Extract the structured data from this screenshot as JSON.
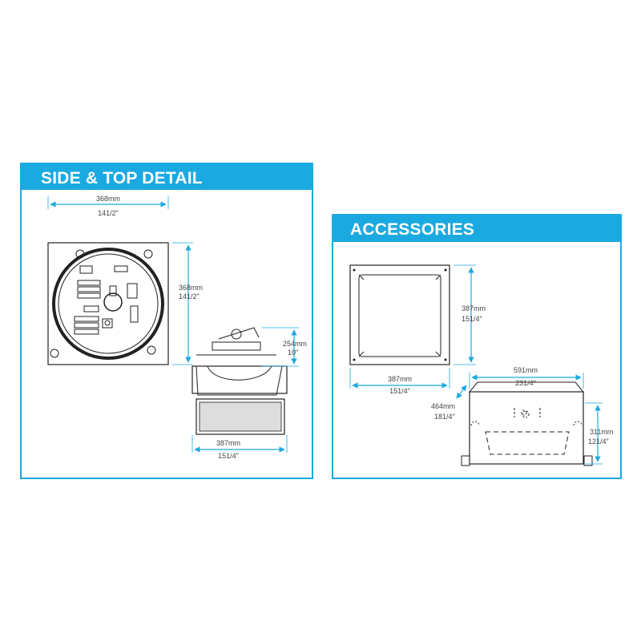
{
  "sections": {
    "side_top": {
      "title": "SIDE & TOP DETAIL"
    },
    "accessories": {
      "title": "ACCESSORIES"
    }
  },
  "dimensions": {
    "top_width_mm": "368mm",
    "top_width_in": "141/2\"",
    "top_height_mm": "368mm",
    "top_height_in": "141/2\"",
    "depth_mm": "254mm",
    "depth_in": "10\"",
    "side_width_mm": "387mm",
    "side_width_in": "151/4\"",
    "bracket_height_mm": "387mm",
    "bracket_height_in": "151/4\"",
    "bracket_width_mm": "387mm",
    "bracket_width_in": "151/4\"",
    "enclosure_width_mm": "591mm",
    "enclosure_width_in": "231/4\"",
    "enclosure_depth_mm": "464mm",
    "enclosure_depth_in": "181/4\"",
    "enclosure_height_mm": "311mm",
    "enclosure_height_in": "121/4\""
  },
  "colors": {
    "accent": "#1ba9e1",
    "line": "#222222"
  }
}
